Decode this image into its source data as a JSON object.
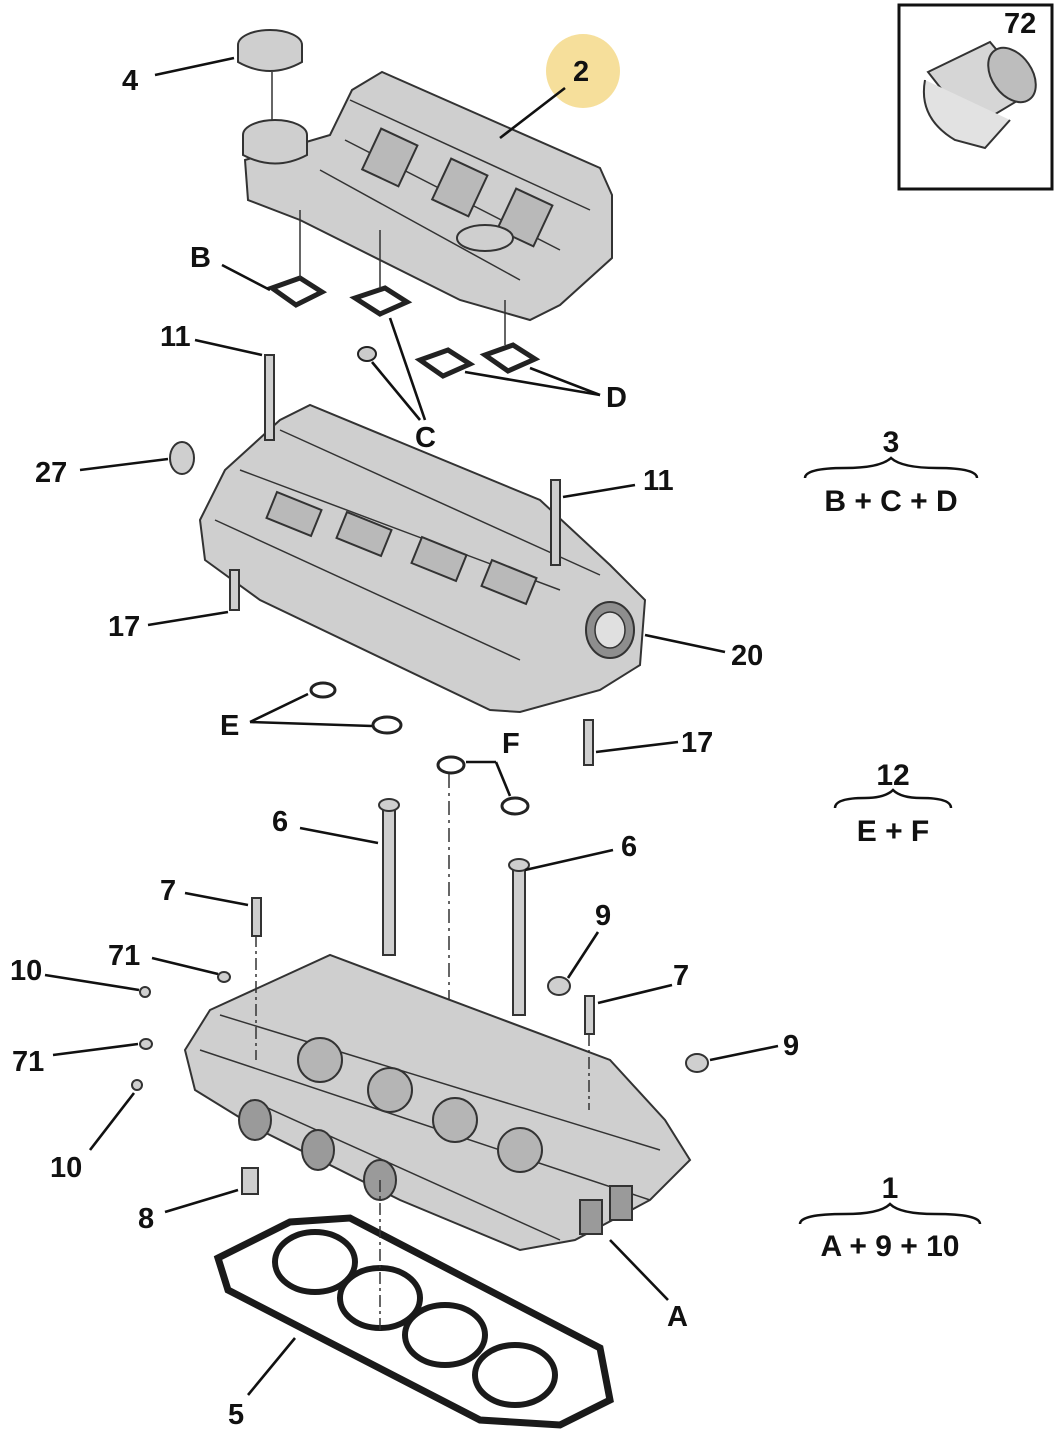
{
  "diagram": {
    "highlight_color": "#f5d98a",
    "highlighted_part": "2",
    "inset": {
      "label": "72"
    },
    "callouts": [
      {
        "id": "c-4",
        "text": "4"
      },
      {
        "id": "c-2",
        "text": "2"
      },
      {
        "id": "c-B",
        "text": "B"
      },
      {
        "id": "c-11a",
        "text": "11"
      },
      {
        "id": "c-C",
        "text": "C"
      },
      {
        "id": "c-D",
        "text": "D"
      },
      {
        "id": "c-27",
        "text": "27"
      },
      {
        "id": "c-11b",
        "text": "11"
      },
      {
        "id": "c-17a",
        "text": "17"
      },
      {
        "id": "c-20",
        "text": "20"
      },
      {
        "id": "c-E",
        "text": "E"
      },
      {
        "id": "c-F",
        "text": "F"
      },
      {
        "id": "c-17b",
        "text": "17"
      },
      {
        "id": "c-6a",
        "text": "6"
      },
      {
        "id": "c-6b",
        "text": "6"
      },
      {
        "id": "c-7a",
        "text": "7"
      },
      {
        "id": "c-9a",
        "text": "9"
      },
      {
        "id": "c-10a",
        "text": "10"
      },
      {
        "id": "c-71a",
        "text": "71"
      },
      {
        "id": "c-7b",
        "text": "7"
      },
      {
        "id": "c-9b",
        "text": "9"
      },
      {
        "id": "c-71b",
        "text": "71"
      },
      {
        "id": "c-10b",
        "text": "10"
      },
      {
        "id": "c-8",
        "text": "8"
      },
      {
        "id": "c-A",
        "text": "A"
      },
      {
        "id": "c-5",
        "text": "5"
      }
    ],
    "kits": [
      {
        "number": "3",
        "contents": "B + C + D"
      },
      {
        "number": "12",
        "contents": "E + F"
      },
      {
        "number": "1",
        "contents": "A + 9 + 10"
      }
    ]
  }
}
